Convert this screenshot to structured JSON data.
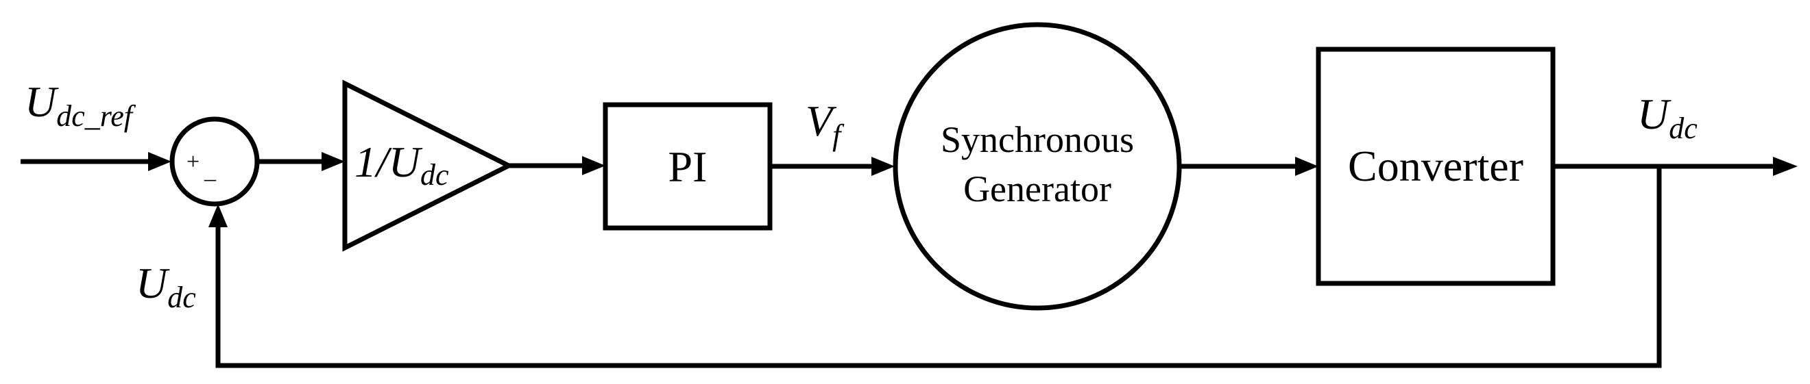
{
  "signals": {
    "reference": {
      "base": "U",
      "sub": "dc_ref"
    },
    "feedback": {
      "base": "U",
      "sub": "dc"
    },
    "field_voltage": {
      "base": "V",
      "sub": "f"
    },
    "output": {
      "base": "U",
      "sub": "dc"
    }
  },
  "summing_junction": {
    "plus": "+",
    "minus": "_"
  },
  "blocks": {
    "gain": {
      "base": "1/U",
      "sub": "dc"
    },
    "controller": {
      "label": "PI"
    },
    "generator": {
      "line1": "Synchronous",
      "line2": "Generator"
    },
    "converter": {
      "label": "Converter"
    }
  },
  "colors": {
    "stroke": "#000000",
    "background": "#ffffff"
  }
}
